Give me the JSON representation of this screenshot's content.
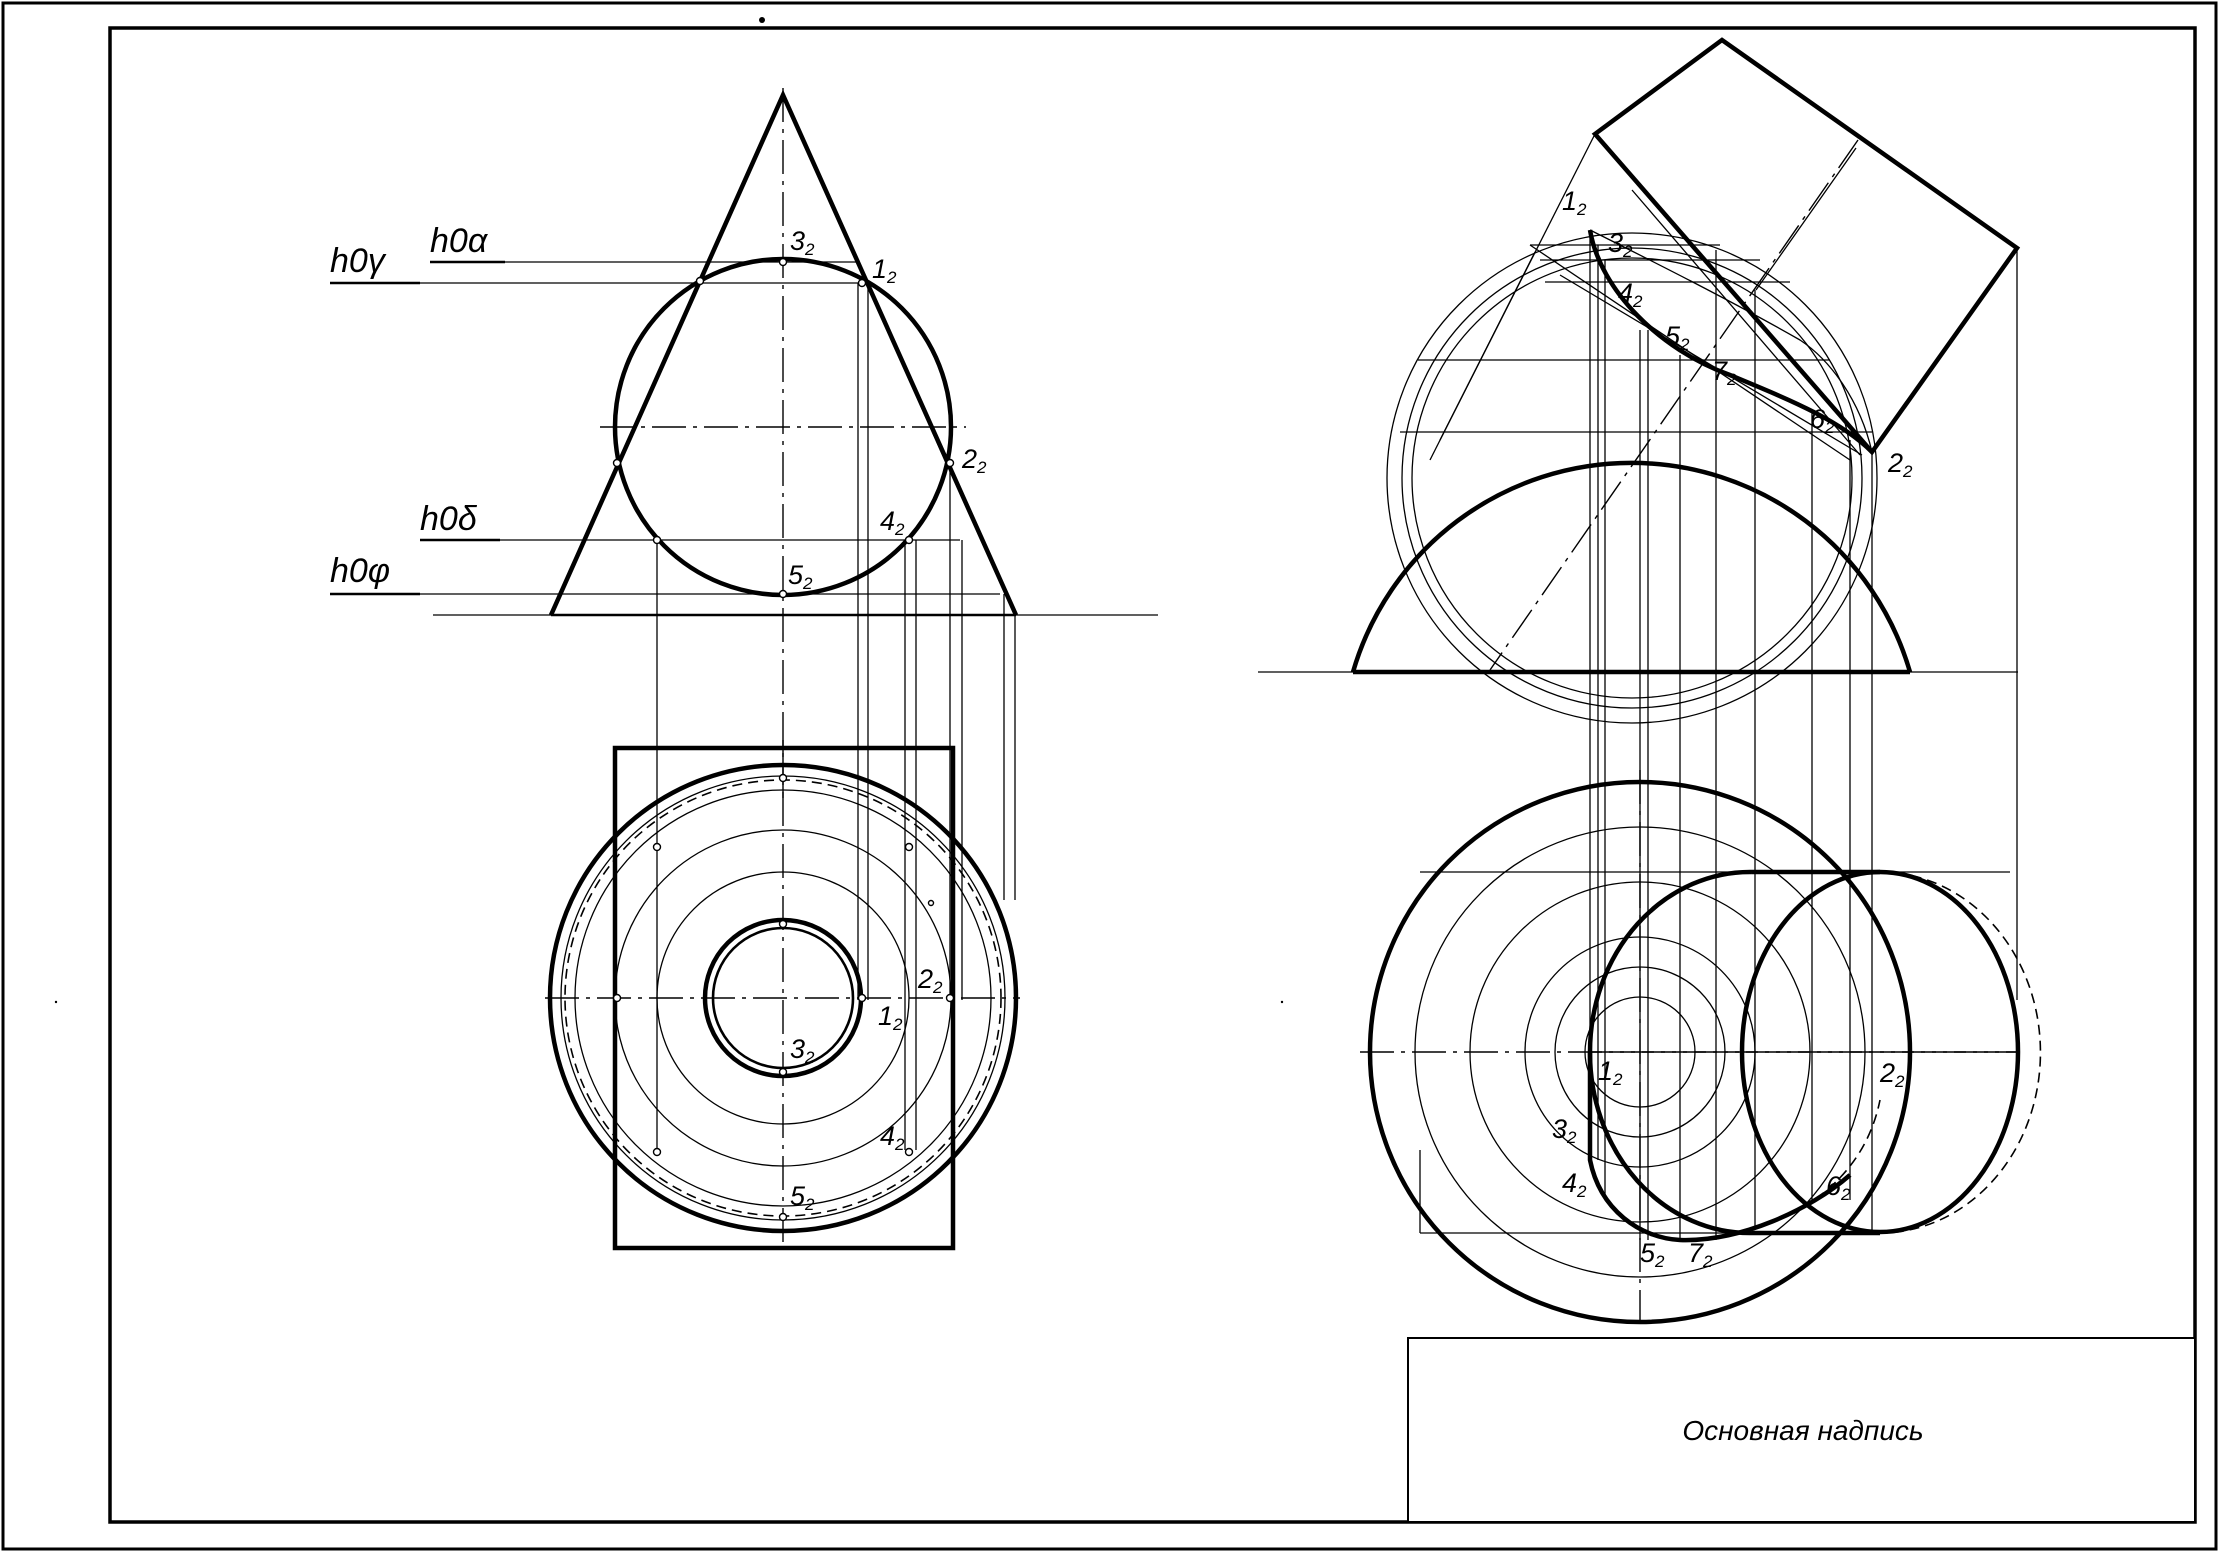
{
  "trace_labels": {
    "h0_gamma": "h0γ",
    "h0_alpha": "h0α",
    "h0_delta": "h0δ",
    "h0_phi": "h0φ"
  },
  "left_front_points": [
    {
      "num": "3",
      "sub": "2"
    },
    {
      "num": "1",
      "sub": "2"
    },
    {
      "num": "2",
      "sub": "2"
    },
    {
      "num": "4",
      "sub": "2"
    },
    {
      "num": "5",
      "sub": "2"
    }
  ],
  "left_top_points": [
    {
      "num": "2",
      "sub": "2"
    },
    {
      "num": "1",
      "sub": "2"
    },
    {
      "num": "3",
      "sub": "2"
    },
    {
      "num": "4",
      "sub": "2"
    },
    {
      "num": "5",
      "sub": "2"
    }
  ],
  "right_front_points": [
    {
      "num": "1",
      "sub": "2"
    },
    {
      "num": "3",
      "sub": "2"
    },
    {
      "num": "4",
      "sub": "2"
    },
    {
      "num": "5",
      "sub": "2"
    },
    {
      "num": "7",
      "sub": "2"
    },
    {
      "num": "6",
      "sub": "2"
    },
    {
      "num": "2",
      "sub": "2"
    }
  ],
  "right_top_points": [
    {
      "num": "1",
      "sub": "2"
    },
    {
      "num": "2",
      "sub": "2"
    },
    {
      "num": "3",
      "sub": "2"
    },
    {
      "num": "4",
      "sub": "2"
    },
    {
      "num": "6",
      "sub": "2"
    },
    {
      "num": "5",
      "sub": "2"
    },
    {
      "num": "7",
      "sub": "2"
    }
  ],
  "title_block": {
    "label": "Основная надпись"
  }
}
